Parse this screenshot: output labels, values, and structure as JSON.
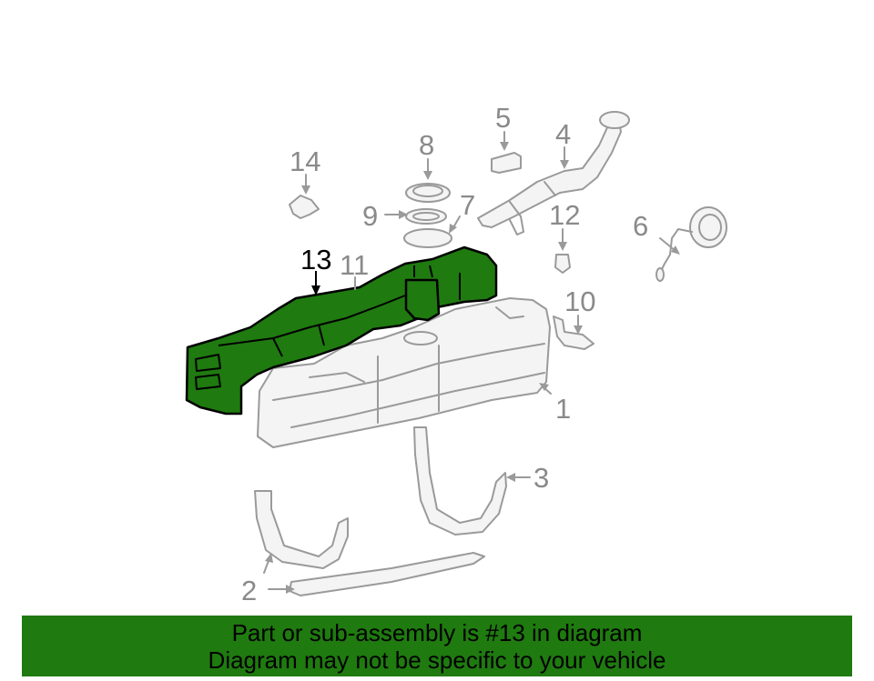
{
  "callouts": {
    "n1": "1",
    "n2": "2",
    "n3": "3",
    "n4": "4",
    "n5": "5",
    "n6": "6",
    "n7": "7",
    "n8": "8",
    "n9": "9",
    "n10": "10",
    "n11": "11",
    "n12": "12",
    "n13": "13",
    "n14": "14"
  },
  "highlight": {
    "part": "13",
    "color": "#1f7a10"
  },
  "banner": {
    "line1": "Part or sub-assembly is #13 in diagram",
    "line2": "Diagram may not be specific to your vehicle"
  }
}
